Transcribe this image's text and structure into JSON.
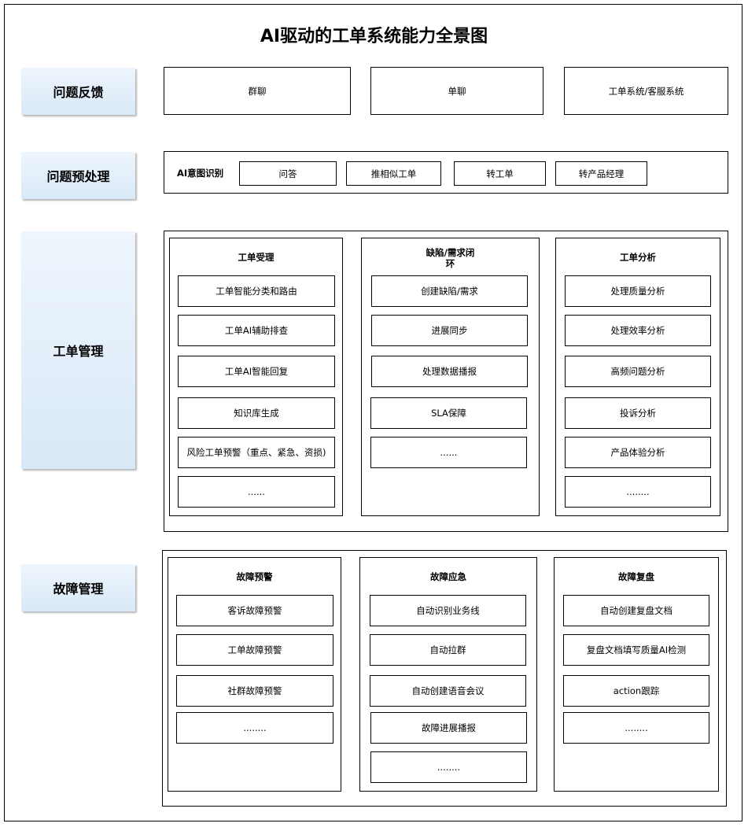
{
  "title": "AI驱动的工单系统能力全景图",
  "categories": {
    "feedback": "问题反馈",
    "preprocess": "问题预处理",
    "ticket": "工单管理",
    "fault": "故障管理"
  },
  "feedback_channels": [
    "群聊",
    "单聊",
    "工单系统/客服系统"
  ],
  "preprocess": {
    "intent_label": "AI意图识别",
    "actions": [
      "问答",
      "推相似工单",
      "转工单",
      "转产品经理"
    ]
  },
  "ticket_panels": [
    {
      "title": "工单受理",
      "items": [
        "工单智能分类和路由",
        "工单AI辅助排查",
        "工单AI智能回复",
        "知识库生成",
        "风险工单预警（重点、紧急、资损)",
        "......"
      ]
    },
    {
      "title_line1": "缺陷/需求闭",
      "title_line2": "环",
      "items": [
        "创建缺陷/需求",
        "进展同步",
        "处理数据播报",
        "SLA保障",
        "......"
      ]
    },
    {
      "title": "工单分析",
      "items": [
        "处理质量分析",
        "处理效率分析",
        "高频问题分析",
        "投诉分析",
        "产品体验分析",
        "........"
      ]
    }
  ],
  "fault_panels": [
    {
      "title": "故障预警",
      "items": [
        "客诉故障预警",
        "工单故障预警",
        "社群故障预警",
        "........"
      ]
    },
    {
      "title": "故障应急",
      "items": [
        "自动识别业务线",
        "自动拉群",
        "自动创建语音会议",
        "故障进展播报",
        "........"
      ]
    },
    {
      "title": "故障复盘",
      "items": [
        "自动创建复盘文档",
        "复盘文档填写质量AI检测",
        "action跟踪",
        "........"
      ]
    }
  ]
}
